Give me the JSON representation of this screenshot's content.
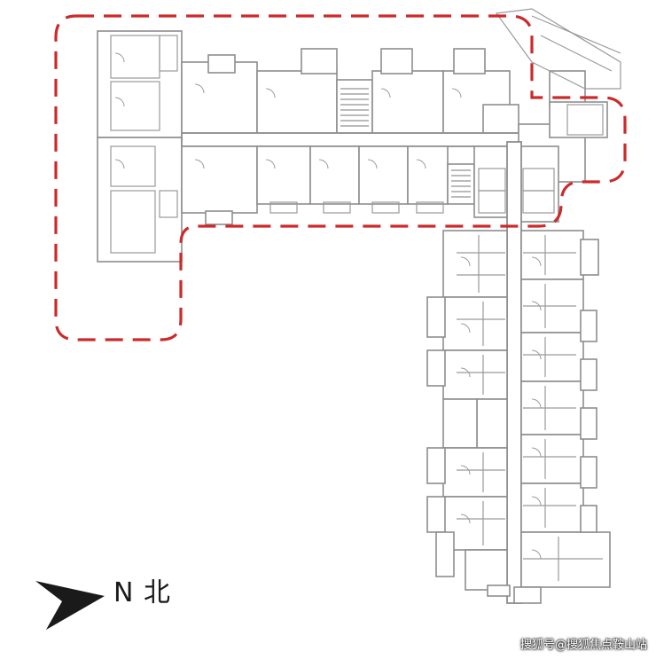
{
  "compass": {
    "label": "N 北",
    "icon": "north-arrow-icon"
  },
  "highlight": {
    "color": "#cc2a2a",
    "style": "dashed"
  },
  "watermark": {
    "text": "搜狐号@搜狐焦点鞍山站"
  }
}
